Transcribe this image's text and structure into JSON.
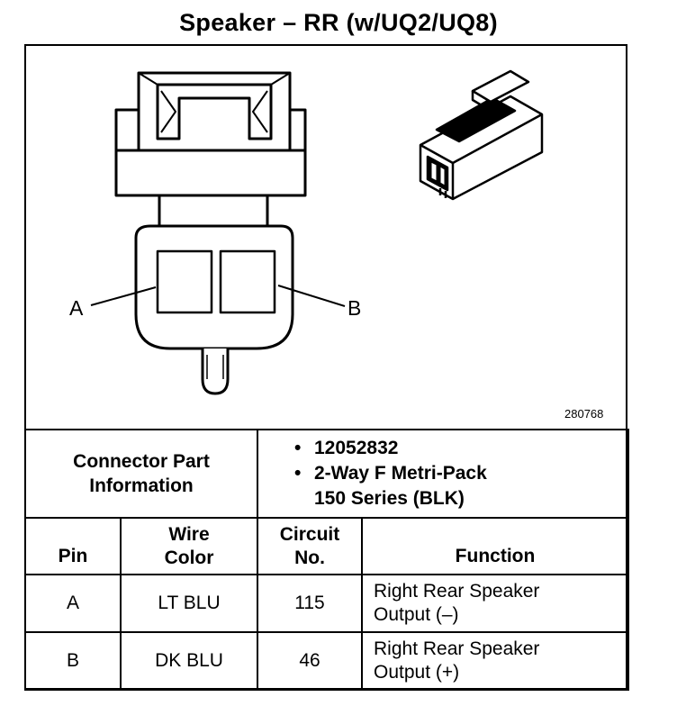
{
  "title": "Speaker – RR (w/UQ2/UQ8)",
  "figure": {
    "number": "280768",
    "pin_labels": [
      "A",
      "B"
    ]
  },
  "connector_info": {
    "label_line1": "Connector Part",
    "label_line2": "Information",
    "bullet": "•",
    "part_number": "12052832",
    "description_line1": "2-Way F Metri-Pack",
    "description_line2": "150 Series (BLK)"
  },
  "table": {
    "headers": {
      "pin": "Pin",
      "wire_color_line1": "Wire",
      "wire_color_line2": "Color",
      "circuit_line1": "Circuit",
      "circuit_line2": "No.",
      "function": "Function"
    },
    "rows": [
      {
        "pin": "A",
        "wire_color": "LT BLU",
        "circuit": "115",
        "function_line1": "Right Rear Speaker",
        "function_line2": "Output (–)"
      },
      {
        "pin": "B",
        "wire_color": "DK BLU",
        "circuit": "46",
        "function_line1": "Right Rear Speaker",
        "function_line2": "Output (+)"
      }
    ]
  }
}
